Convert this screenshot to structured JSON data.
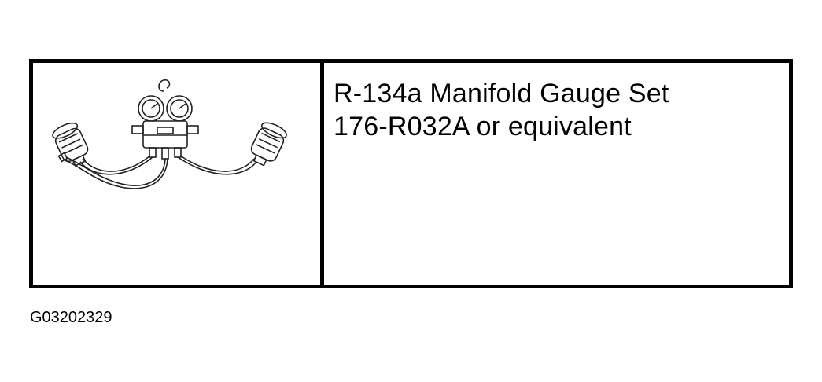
{
  "tool": {
    "name": "R-134a Manifold Gauge Set",
    "part_number": "176-R032A or equivalent"
  },
  "figure": {
    "id": "G03202329"
  },
  "icons": {
    "illustration": "manifold-gauge-set-illustration"
  }
}
